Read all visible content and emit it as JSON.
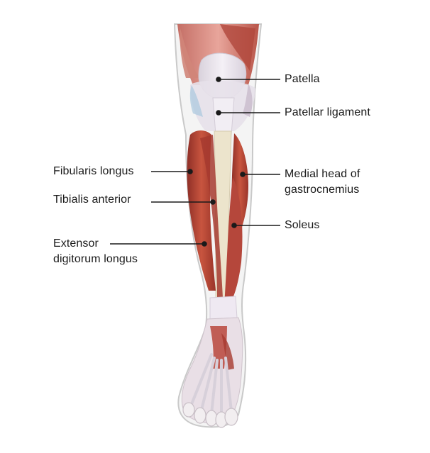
{
  "diagram": {
    "labels": {
      "patella": "Patella",
      "patellar_ligament": "Patellar ligament",
      "medial_head_gastrocnemius": "Medial head of\ngastrocnemius",
      "soleus": "Soleus",
      "fibularis_longus": "Fibularis longus",
      "tibialis_anterior": "Tibialis anterior",
      "extensor_digitorum_longus": "Extensor\ndigitorum longus"
    },
    "colors": {
      "muscle": "#b8463a",
      "muscle_dark": "#8f2f27",
      "muscle_light": "#d77a68",
      "skin_outline": "#c9c9c9",
      "tendon": "#ece6ee",
      "bone": "#e8e0c8",
      "leader_line": "#1a1a1a"
    }
  }
}
